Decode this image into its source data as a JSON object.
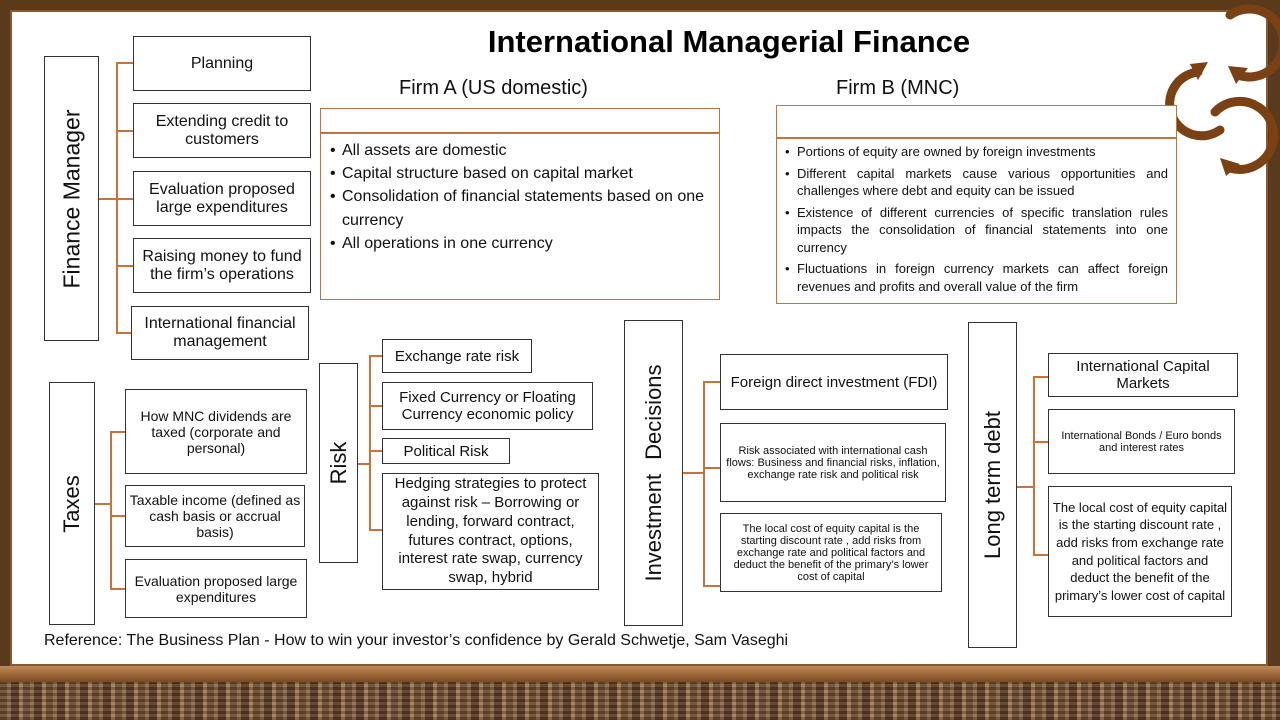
{
  "title": "International Managerial Finance",
  "firm_a": {
    "heading": "Firm A (US domestic)",
    "bullets": [
      "All assets are domestic",
      "Capital structure based on capital market",
      "Consolidation of financial statements based on one currency",
      "All operations in one currency"
    ]
  },
  "firm_b": {
    "heading": "Firm B (MNC)",
    "bullets": [
      "Portions of equity are owned by foreign investments",
      "Different capital markets cause various opportunities and challenges where debt and equity can be issued",
      "Existence of different currencies of specific translation rules impacts the consolidation of financial statements into one currency",
      "Fluctuations in foreign currency markets can affect foreign revenues and profits and overall value of the firm"
    ]
  },
  "finance_manager": {
    "label": "Finance Manager",
    "items": [
      "Planning",
      "Extending credit to customers",
      "Evaluation proposed large expenditures",
      "Raising money to fund the firm’s operations",
      "International financial management"
    ]
  },
  "taxes": {
    "label": "Taxes",
    "items": [
      "How MNC dividends are taxed (corporate and personal)",
      "Taxable income (defined as cash basis or accrual basis)",
      "Evaluation proposed large expenditures"
    ]
  },
  "risk": {
    "label": "Risk",
    "items": [
      "Exchange rate risk",
      "Fixed Currency or Floating Currency economic policy",
      "Political Risk",
      "Hedging strategies to protect against risk – Borrowing or lending, forward contract, futures contract, options, interest rate swap, currency swap, hybrid"
    ]
  },
  "investment": {
    "label": "Investment Decisions",
    "items": [
      "Foreign direct investment (FDI)",
      "Risk associated with international cash flows: Business and financial risks, inflation, exchange rate risk and political risk",
      "The local cost of equity capital is the starting discount rate , add risks from exchange rate and political factors and deduct the benefit of the primary’s lower cost of capital"
    ]
  },
  "long_term_debt": {
    "label": "Long term debt",
    "items": [
      "International Capital Markets",
      "International Bonds / Euro bonds and interest rates",
      "The local cost of equity capital is the starting discount rate , add risks from exchange rate and political factors and deduct the benefit of the primary’s lower cost of capital"
    ]
  },
  "reference": "Reference: The Business Plan - How to win your investor’s confidence by Gerald Schwetje, Sam Vaseghi",
  "colors": {
    "connector": "#c8733a",
    "frame": "#5b3a1a",
    "swirl": "#7a4214"
  },
  "icons": {
    "swirl": "circular-arrows-icon"
  }
}
